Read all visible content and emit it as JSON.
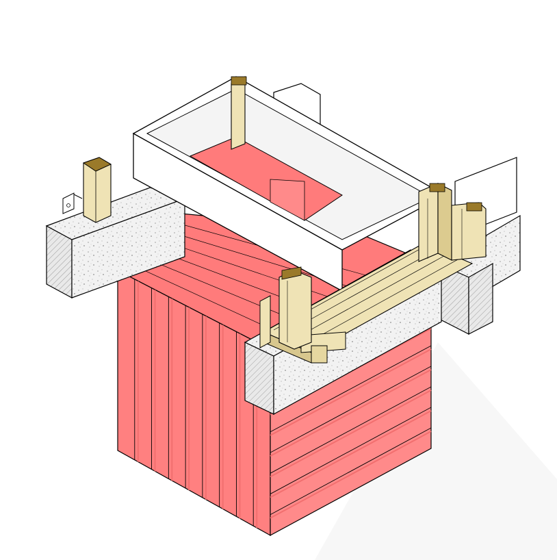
{
  "figure": {
    "kind": "isometric-construction-detail",
    "colors": {
      "background": "#ffffff",
      "insulation": "#ff8080",
      "insulation_dark": "#f26f6f",
      "concrete": "#f2f2f2",
      "concrete_side": "#e6e6e6",
      "timber": "#efe3b5",
      "timber_dark": "#cdbb7a",
      "timber_end": "#9a7a2a",
      "formwork": "#ffffff",
      "outline": "#000000"
    },
    "components": [
      {
        "id": "insulation-block",
        "icon": "insulation-icon"
      },
      {
        "id": "concrete-beam-left",
        "icon": "concrete-icon"
      },
      {
        "id": "concrete-beam-front",
        "icon": "concrete-icon"
      },
      {
        "id": "concrete-beam-right",
        "icon": "concrete-icon"
      },
      {
        "id": "formwork-box",
        "icon": "box-icon"
      },
      {
        "id": "timber-post-left",
        "icon": "timber-icon"
      },
      {
        "id": "timber-post-center",
        "icon": "timber-icon"
      },
      {
        "id": "timber-frame-corner",
        "icon": "timber-icon"
      },
      {
        "id": "timber-sill-beam",
        "icon": "timber-icon"
      },
      {
        "id": "metal-bracket",
        "icon": "bracket-icon"
      }
    ]
  }
}
